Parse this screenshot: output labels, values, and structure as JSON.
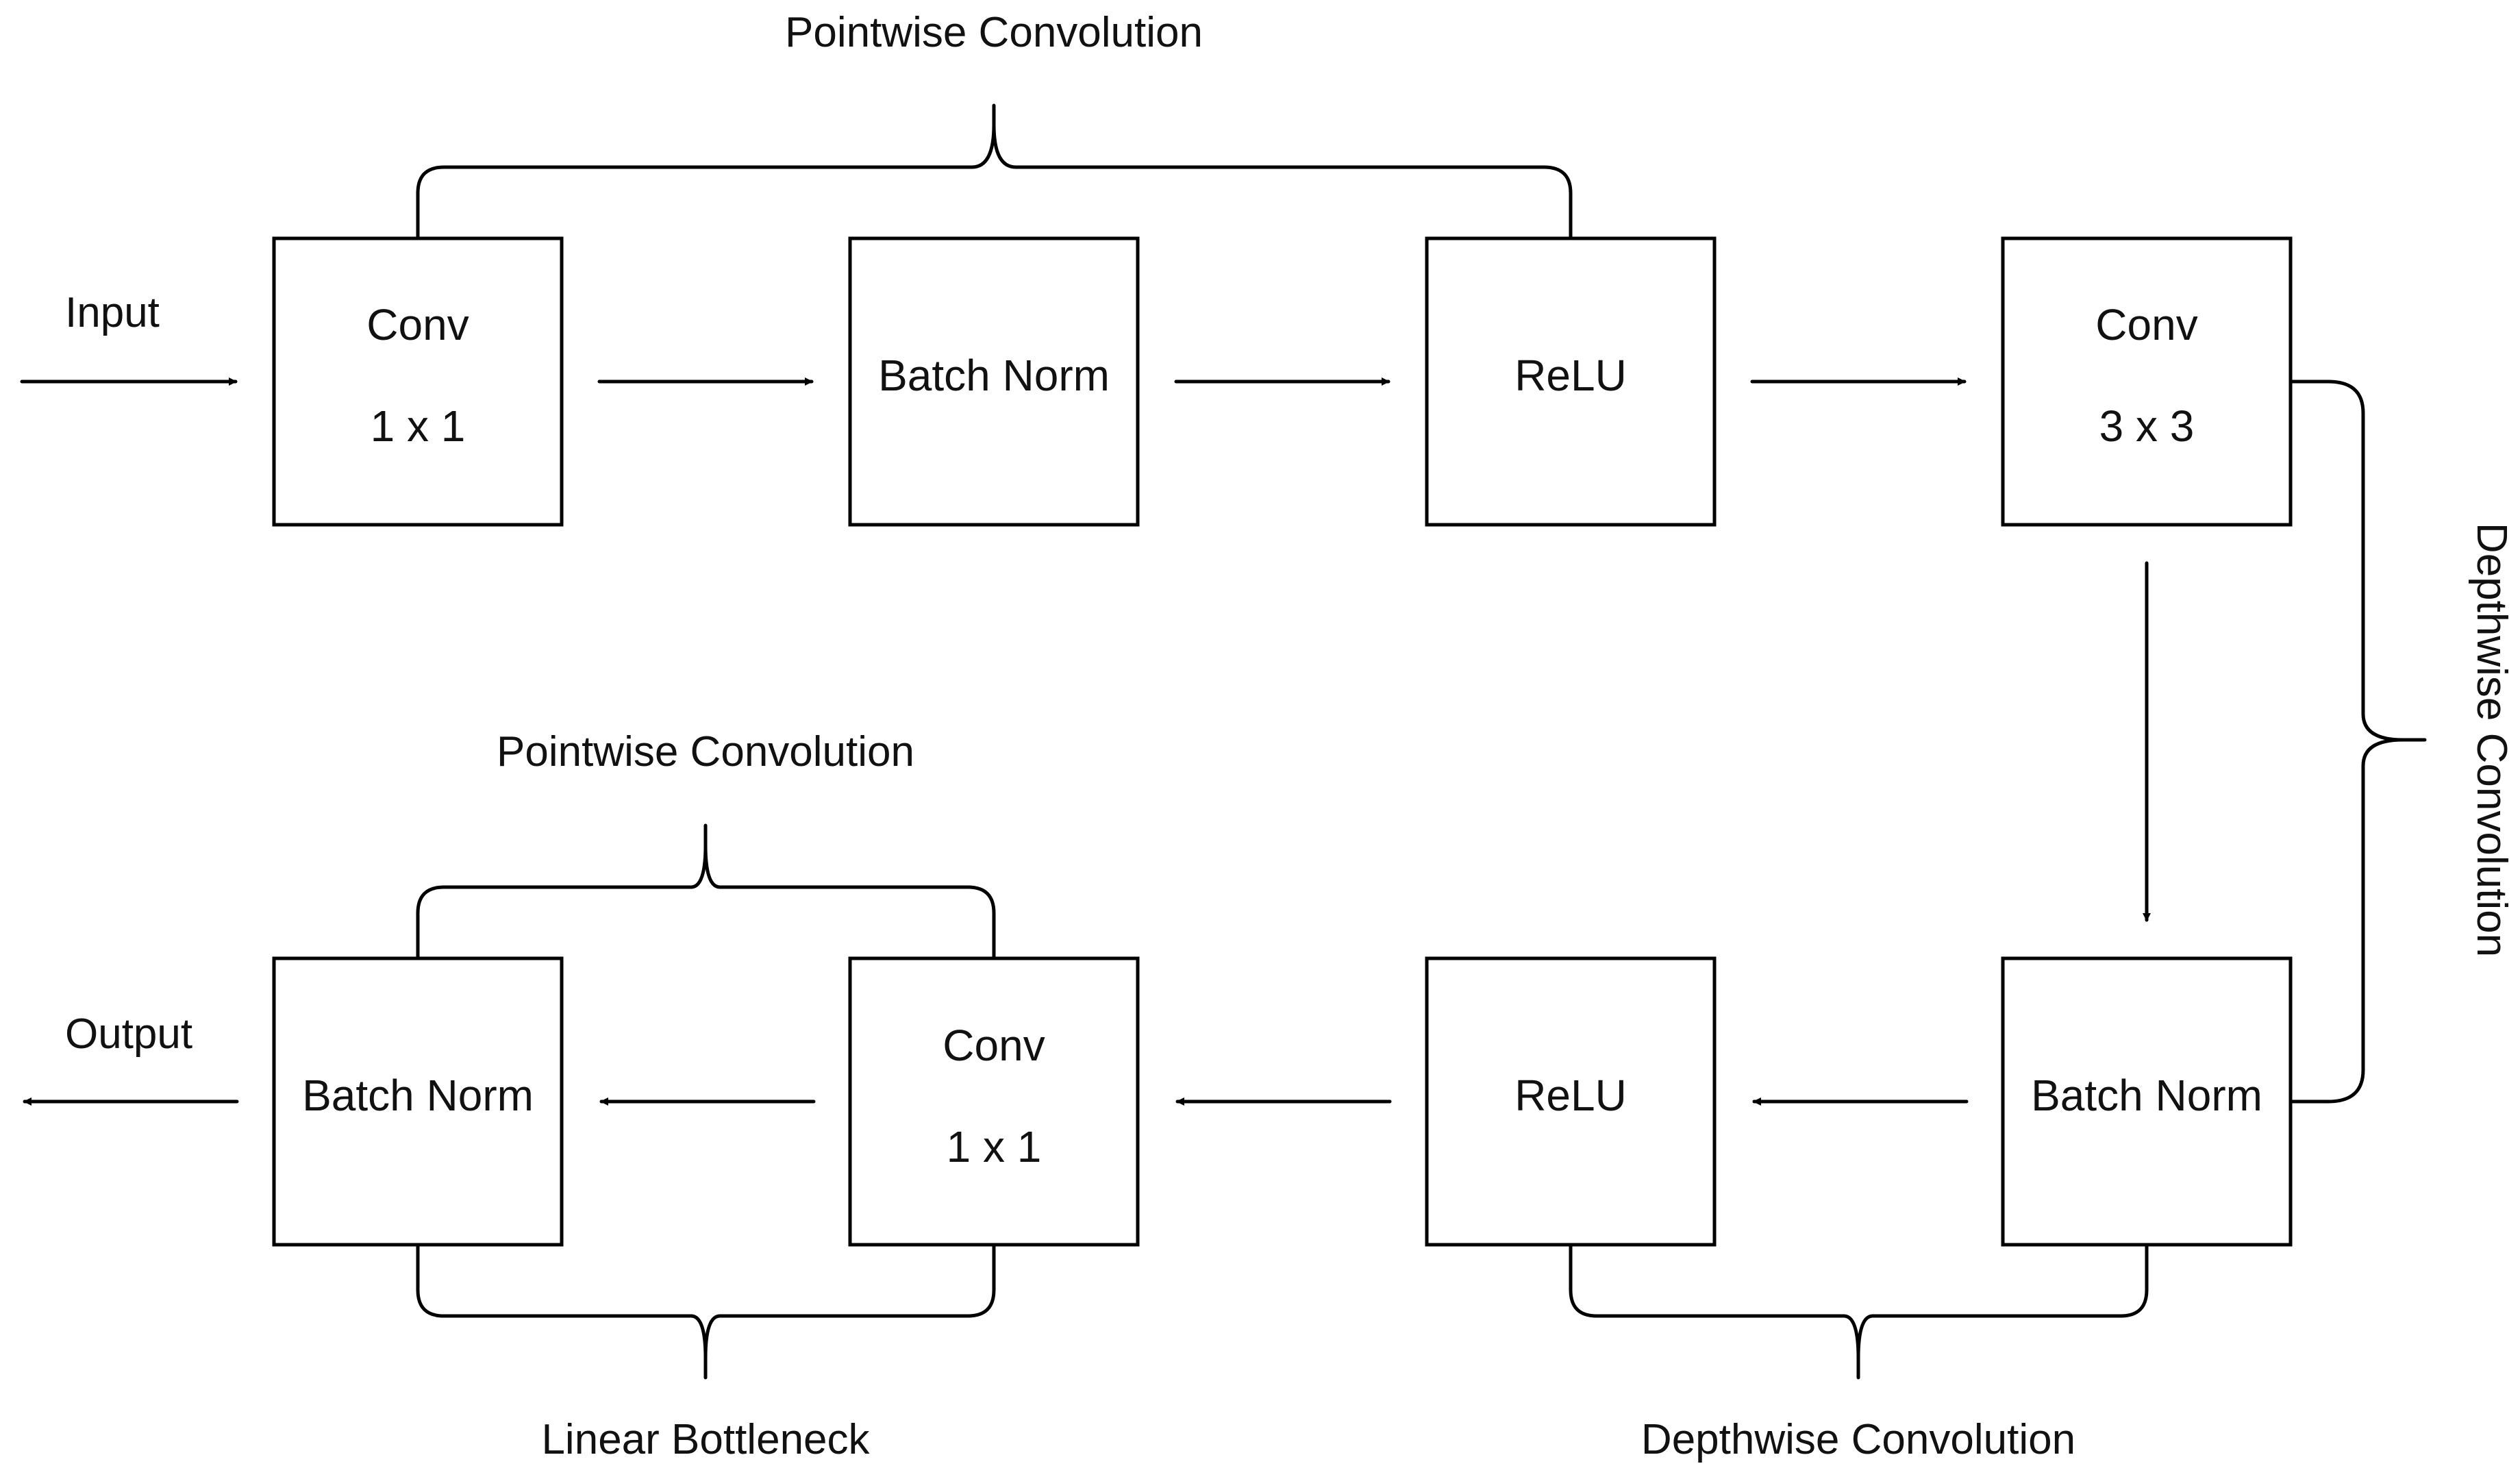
{
  "nodes": {
    "conv1x1_a": {
      "line1": "Conv",
      "line2": "1 x 1"
    },
    "batch_norm_a": {
      "text": "Batch Norm"
    },
    "relu_a": {
      "text": "ReLU"
    },
    "conv3x3": {
      "line1": "Conv",
      "line2": "3 x 3"
    },
    "batch_norm_b": {
      "text": "Batch Norm"
    },
    "relu_b": {
      "text": "ReLU"
    },
    "conv1x1_b": {
      "line1": "Conv",
      "line2": "1 x 1"
    },
    "batch_norm_c": {
      "text": "Batch Norm"
    }
  },
  "io": {
    "input": "Input",
    "output": "Output"
  },
  "groups": {
    "pointwise_top": "Pointwise Convolution",
    "depthwise_right": "Depthwise Convolution",
    "depthwise_bottom": "Depthwise Convolution",
    "pointwise_bottom": "Pointwise Convolution",
    "linear_bottleneck": "Linear Bottleneck"
  }
}
